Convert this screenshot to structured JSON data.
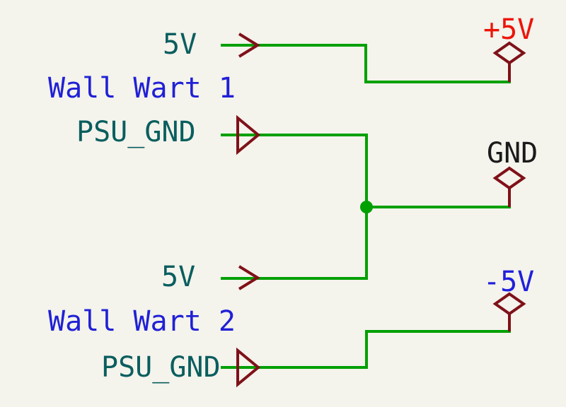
{
  "schematic": {
    "colors": {
      "background": "#F4F3EC",
      "wire": "#00A000",
      "symbol_outline": "#7F1118",
      "hierarchical_label_text": "#0A5E5E",
      "note_text": "#2020D6",
      "power_plus5v_text": "#ED1409",
      "power_gnd_text": "#1A1A1A",
      "power_minus5v_text": "#2020DC"
    },
    "wall_wart_1": {
      "note": "Wall Wart 1",
      "output_label": "5V",
      "ground_label": "PSU_GND"
    },
    "wall_wart_2": {
      "note": "Wall Wart 2",
      "output_label": "5V",
      "ground_label": "PSU_GND"
    },
    "power_rails": {
      "plus5v": "+5V",
      "gnd": "GND",
      "minus5v": "-5V"
    }
  }
}
